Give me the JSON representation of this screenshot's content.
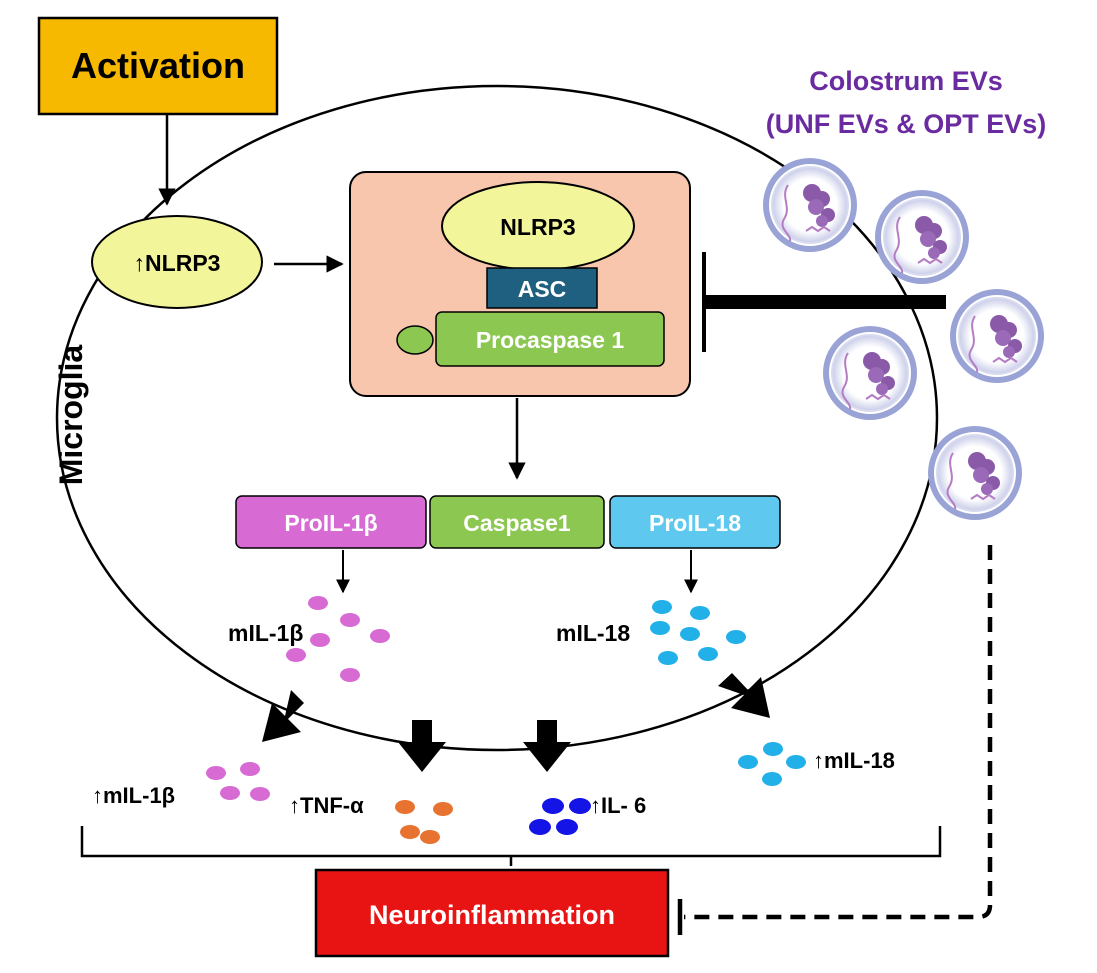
{
  "activation": {
    "label": "Activation",
    "color": "#f7b800"
  },
  "cell": {
    "label": "Microglia"
  },
  "nlrp3_up": {
    "arrow": "↑",
    "label": "NLRP3",
    "color": "#f2f59a"
  },
  "inflammasome": {
    "bg_color": "#f7c6ad",
    "nlrp3": "NLRP3",
    "asc": "ASC",
    "asc_color": "#1f5f7f",
    "procaspase": "Procaspase 1",
    "procaspase_color": "#8cc751"
  },
  "precursors": {
    "pro_il1b": {
      "label": "ProIL-1β",
      "color": "#d86ad4"
    },
    "caspase1": {
      "label": "Caspase1",
      "color": "#8cc751"
    },
    "pro_il18": {
      "label": "ProIL-18",
      "color": "#5ec8ef"
    }
  },
  "mature": {
    "il1b": "mIL-1β",
    "il18": "mIL-18"
  },
  "outputs": {
    "il1b": {
      "arrow": "↑",
      "label": "mIL-1β",
      "color": "#d86ad4"
    },
    "tnf": {
      "arrow": "↑",
      "label": "TNF-α",
      "color": "#e87330"
    },
    "il6": {
      "arrow": "↑",
      "label": "IL- 6",
      "color": "#1414e6"
    },
    "il18": {
      "arrow": "↑",
      "label": "mIL-18",
      "color": "#22b0e8"
    }
  },
  "evs": {
    "title_line1": "Colostrum EVs",
    "title_line2": "(UNF EVs & OPT EVs)",
    "color": "#6a2aa0"
  },
  "result": {
    "label": "Neuroinflammation",
    "color": "#e81414"
  }
}
